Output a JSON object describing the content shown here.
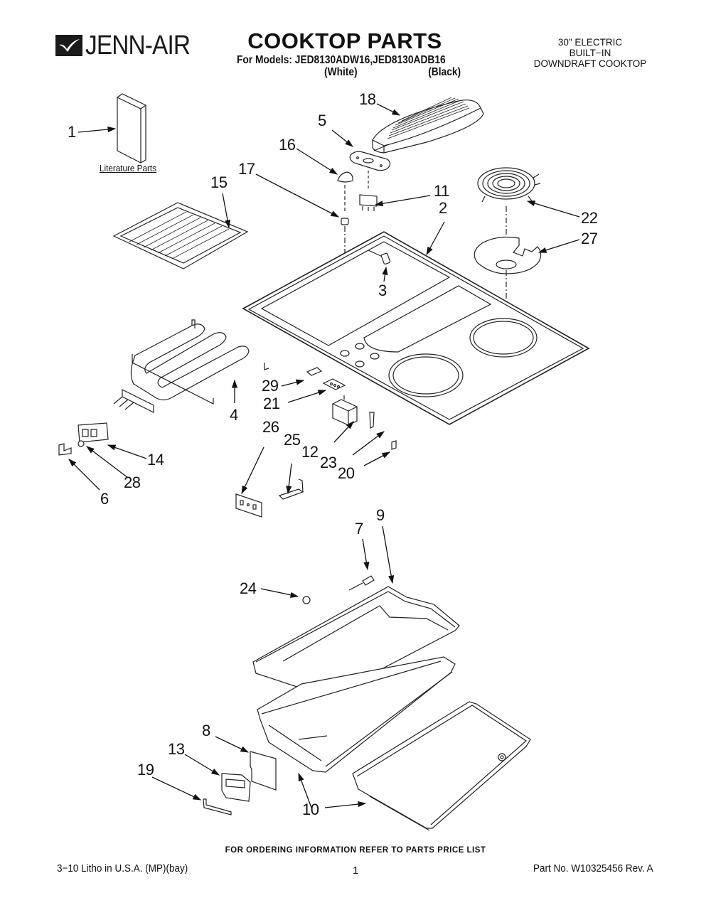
{
  "header": {
    "brand": "JENN-AIR",
    "title": "COOKTOP PARTS",
    "models_line": "For Models: JED8130ADW16,JED8130ADB16",
    "variants": [
      "(White)",
      "(Black)"
    ],
    "description": [
      "30\" ELECTRIC",
      "BUILT−IN",
      "DOWNDRAFT COOKTOP"
    ]
  },
  "literature_label": "Literature Parts",
  "callouts": [
    {
      "id": "1",
      "label": "1"
    },
    {
      "id": "2",
      "label": "2"
    },
    {
      "id": "3",
      "label": "3"
    },
    {
      "id": "4",
      "label": "4"
    },
    {
      "id": "5",
      "label": "5"
    },
    {
      "id": "6",
      "label": "6"
    },
    {
      "id": "7",
      "label": "7"
    },
    {
      "id": "8",
      "label": "8"
    },
    {
      "id": "9",
      "label": "9"
    },
    {
      "id": "10",
      "label": "10"
    },
    {
      "id": "11",
      "label": "11"
    },
    {
      "id": "12",
      "label": "12"
    },
    {
      "id": "13",
      "label": "13"
    },
    {
      "id": "14",
      "label": "14"
    },
    {
      "id": "15",
      "label": "15"
    },
    {
      "id": "16",
      "label": "16"
    },
    {
      "id": "17",
      "label": "17"
    },
    {
      "id": "18",
      "label": "18"
    },
    {
      "id": "19",
      "label": "19"
    },
    {
      "id": "20",
      "label": "20"
    },
    {
      "id": "21",
      "label": "21"
    },
    {
      "id": "22",
      "label": "22"
    },
    {
      "id": "23",
      "label": "23"
    },
    {
      "id": "24",
      "label": "24"
    },
    {
      "id": "25",
      "label": "25"
    },
    {
      "id": "26",
      "label": "26"
    },
    {
      "id": "27",
      "label": "27"
    },
    {
      "id": "28",
      "label": "28"
    },
    {
      "id": "29",
      "label": "29"
    }
  ],
  "parts": {
    "literature": "literature-book",
    "cooktop": "cooktop-top",
    "vent_grille": "vent-grille",
    "grill_grate": "grill-grate",
    "grill_element": "grill-element",
    "surface_element": "surface-coil-element",
    "drip_bowl": "drip-bowl",
    "drip_tray": "drip-tray",
    "burner_boxes": "burner-box"
  },
  "footer": {
    "order_note": "FOR ORDERING INFORMATION REFER TO PARTS PRICE LIST",
    "litho": "3−10 Litho in U.S.A. (MP)(bay)",
    "page": "1",
    "part_no": "Part No. W10325456 Rev. A"
  }
}
